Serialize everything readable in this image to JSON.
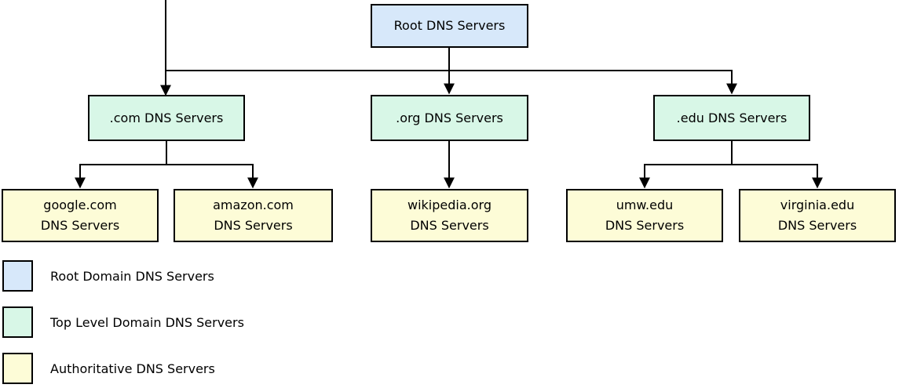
{
  "diagram": {
    "root": {
      "label": "Root DNS Servers"
    },
    "tlds": [
      {
        "label": ".com DNS Servers"
      },
      {
        "label": ".org DNS Servers"
      },
      {
        "label": ".edu DNS Servers"
      }
    ],
    "authoritative": [
      {
        "line1": "google.com",
        "line2": "DNS Servers"
      },
      {
        "line1": "amazon.com",
        "line2": "DNS Servers"
      },
      {
        "line1": "wikipedia.org",
        "line2": "DNS Servers"
      },
      {
        "line1": "umw.edu",
        "line2": "DNS Servers"
      },
      {
        "line1": "virginia.edu",
        "line2": "DNS Servers"
      }
    ],
    "edges": [
      {
        "from": "Root DNS Servers",
        "to": ".com DNS Servers"
      },
      {
        "from": "Root DNS Servers",
        "to": ".org DNS Servers"
      },
      {
        "from": "Root DNS Servers",
        "to": ".edu DNS Servers"
      },
      {
        "from": ".com DNS Servers",
        "to": "google.com DNS Servers"
      },
      {
        "from": ".com DNS Servers",
        "to": "amazon.com DNS Servers"
      },
      {
        "from": ".org DNS Servers",
        "to": "wikipedia.org DNS Servers"
      },
      {
        "from": ".edu DNS Servers",
        "to": "umw.edu DNS Servers"
      },
      {
        "from": ".edu DNS Servers",
        "to": "virginia.edu DNS Servers"
      }
    ]
  },
  "legend": {
    "items": [
      {
        "label": "Root Domain DNS Servers",
        "color": "#d7e8fa"
      },
      {
        "label": "Top Level Domain DNS Servers",
        "color": "#d8f7e7"
      },
      {
        "label": "Authoritative DNS Servers",
        "color": "#fdfcd7"
      }
    ]
  },
  "colors": {
    "root_node": "#d7e8fa",
    "tld_node": "#d8f7e7",
    "authoritative_node": "#fdfcd7",
    "border": "#000000",
    "connector": "#000000",
    "background": "#ffffff"
  }
}
